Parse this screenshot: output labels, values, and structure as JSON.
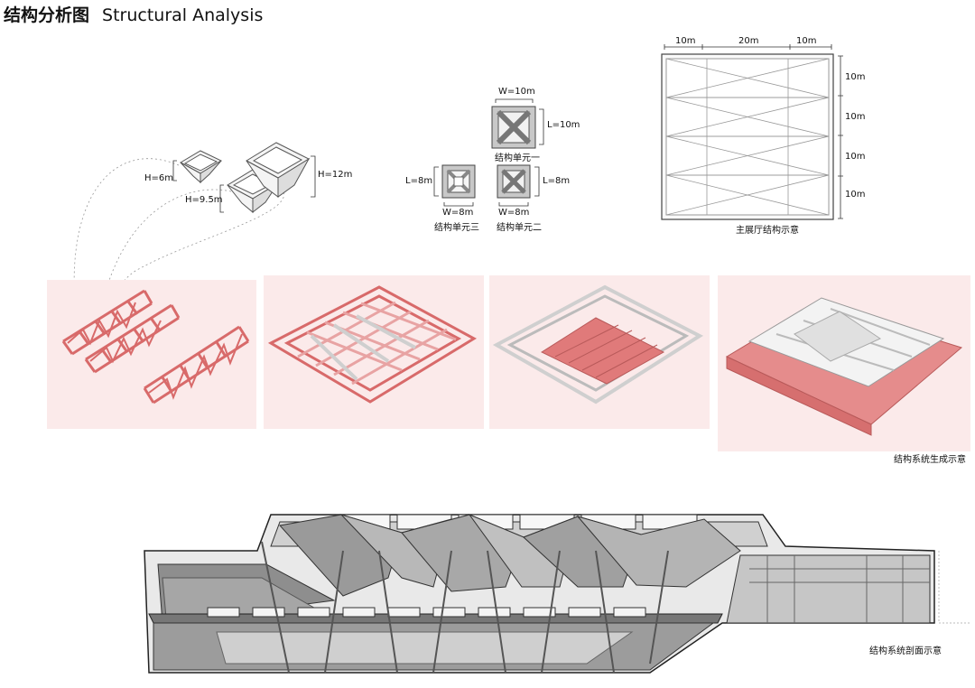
{
  "title": {
    "zh": "结构分析图",
    "en": "Structural Analysis"
  },
  "pyramids": {
    "h1": "H=6m",
    "h2": "H=9.5m",
    "h3": "H=12m"
  },
  "units": {
    "unit1": {
      "w": "W=10m",
      "l": "L=10m",
      "name": "结构单元一"
    },
    "unit2": {
      "w": "W=8m",
      "l": "L=8m",
      "name": "结构单元二"
    },
    "unit3": {
      "w": "W=8m",
      "l": "L=8m",
      "name": "结构单元三"
    }
  },
  "hall": {
    "top": [
      "10m",
      "20m",
      "10m"
    ],
    "side": [
      "10m",
      "10m",
      "10m",
      "10m"
    ],
    "caption": "主展厅结构示意"
  },
  "generation_caption": "结构系统生成示意",
  "section_caption": "结构系统剖面示意",
  "colors": {
    "accent": "#e27c7c",
    "panel": "#fbeaea",
    "line": "#555555",
    "light": "#cfcfcf"
  }
}
